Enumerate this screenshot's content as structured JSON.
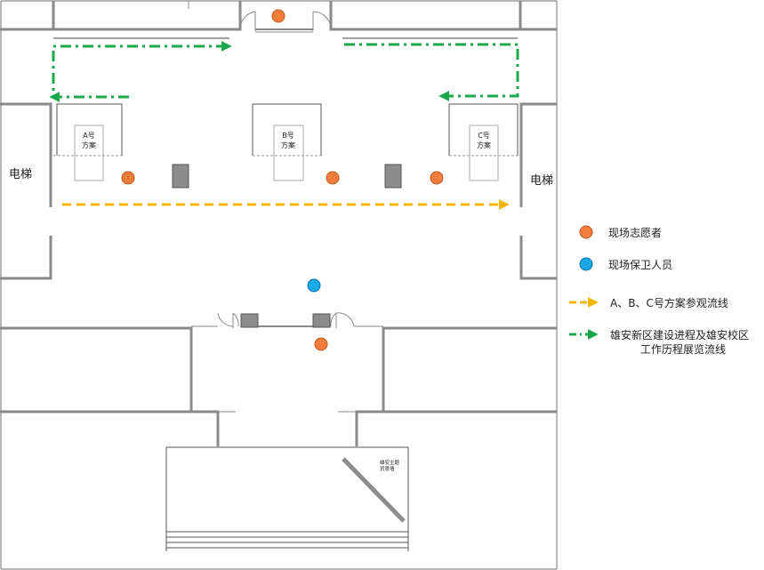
{
  "labels": {
    "elevator_left": "电梯",
    "elevator_right": "电梯",
    "booth_a": [
      "A号",
      "方案"
    ],
    "booth_b": [
      "B号",
      "方案"
    ],
    "booth_c": [
      "C号",
      "方案"
    ],
    "sign": [
      "雄安主题",
      "背景墙"
    ]
  },
  "legend": {
    "volunteer": "现场志愿者",
    "guard": "现场保卫人员",
    "abc_flow": "A、B、C号方案参观流线",
    "exhibit_flow": [
      "雄安新区建设进程及雄安校区",
      "工作历程展览流线"
    ]
  },
  "colors": {
    "wall": "#8a8a8a",
    "volunteer": "#f07d3b",
    "guard": "#1ba8e6",
    "abc_flow": "#f7b500",
    "exhibit_flow": "#1aa84a",
    "pillar": "#8c8c8c"
  }
}
